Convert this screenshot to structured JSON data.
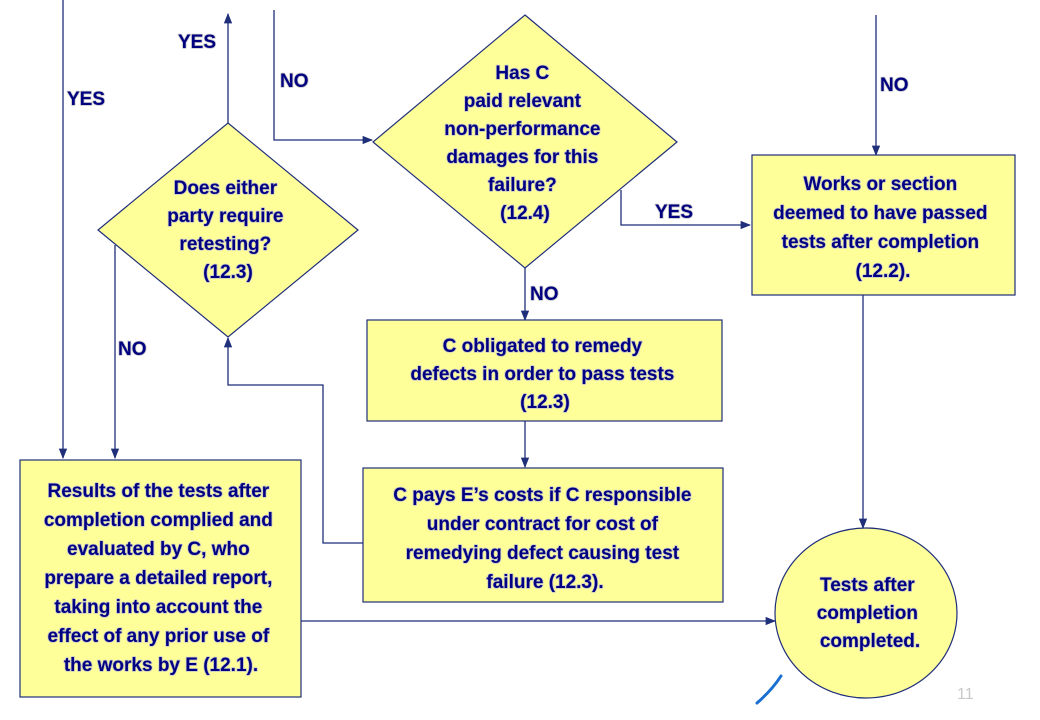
{
  "nodes": {
    "has_c_paid": [
      "Has C",
      "paid relevant",
      "non-performance",
      "damages for this",
      "failure?",
      "(12.4)"
    ],
    "does_either": [
      "Does either",
      "party require",
      "retesting?",
      "(12.3)"
    ],
    "works_deemed": [
      "Works or section",
      "deemed to have passed",
      "tests after completion",
      "(12.2)."
    ],
    "c_obligated": [
      "C obligated to remedy",
      "defects in order to pass tests",
      "(12.3)"
    ],
    "c_pays": [
      "C pays E’s costs if C responsible",
      "under contract for cost of",
      "remedying defect causing test",
      "failure (12.3)."
    ],
    "results": [
      "Results of the tests after",
      "completion complied and",
      "evaluated by C, who",
      "prepare a detailed report,",
      "taking into account the",
      "effect of any prior use of",
      "the works by E (12.1)."
    ],
    "tests_completed": [
      "Tests after",
      "completion",
      "completed."
    ]
  },
  "labels": {
    "yes_top": "YES",
    "yes_left": "YES",
    "no_top": "NO",
    "no_right": "NO",
    "yes_mid": "YES",
    "no_center": "NO",
    "no_left": "NO"
  },
  "page_number": "11"
}
